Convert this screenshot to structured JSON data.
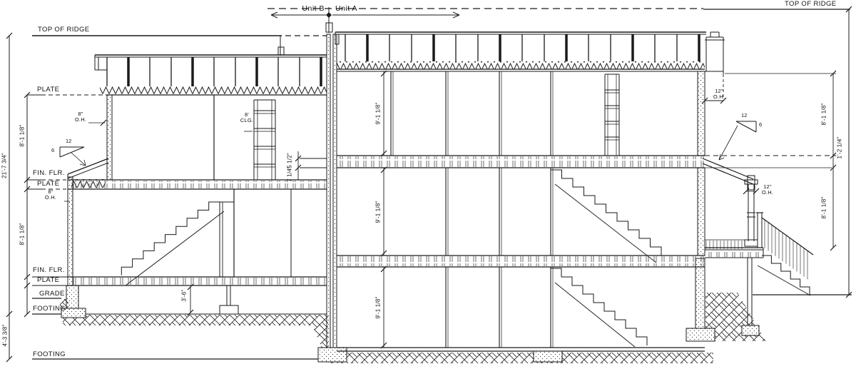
{
  "drawing": {
    "type": "building cross section",
    "line_color": "#1a1a1a",
    "background": "#ffffff"
  },
  "header": {
    "unit_left": "Unit B",
    "unit_right": "Unit A"
  },
  "labels": {
    "ridge_left": "TOP OF RIDGE",
    "ridge_right": "TOP OF RIDGE",
    "plate_upper": "PLATE",
    "fin_flr_2": "FIN. FLR.",
    "plate_mid": "PLATE",
    "fin_flr_1": "FIN. FLR.",
    "plate_found": "PLATE",
    "grade": "GRADE",
    "footing_upper": "FOOTING",
    "footing_lower": "FOOTING"
  },
  "callouts": {
    "eave_b": {
      "a": "8\"",
      "b": "O.H."
    },
    "clg_b": {
      "a": "8'",
      "b": "CLG."
    },
    "bay_b": {
      "a": "8\"",
      "b": "O.H."
    },
    "eave_a": {
      "a": "12\"",
      "b": "O.H."
    },
    "porch": {
      "a": "12\"",
      "b": "O.H."
    }
  },
  "pitch": {
    "run": "12",
    "rise": "6"
  },
  "dims": {
    "overall_left": "21'-7 3/4\"",
    "b_story_upper": "8'-1 1/8\"",
    "b_story_lower": "8'-1 1/8\"",
    "b_footing": "4'-3 3/8\"",
    "a_story_top": "9'-1 1/8\"",
    "a_story_mid": "9'-1 1/8\"",
    "a_story_base": "9'-1 1/8\"",
    "r_story_top": "8'-1 1/8\"",
    "r_floor_depth": "1'-2 1/4\"",
    "r_story_mid": "8'-1 1/8\"",
    "b_crawl": "3'-6\"",
    "b_beam_a": "5 1/2\"",
    "b_beam_b": "7 1/4\""
  }
}
